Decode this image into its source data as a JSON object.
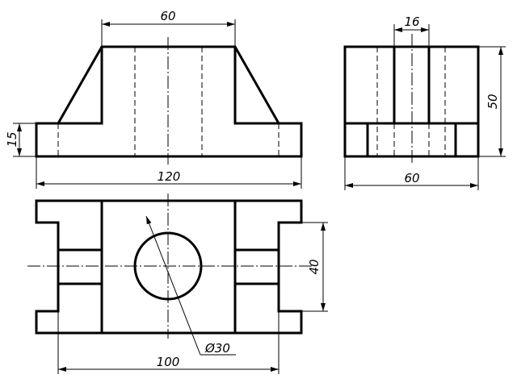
{
  "drawing": {
    "dimensions": {
      "front_top_width": "60",
      "front_base_height": "15",
      "overall_length": "120",
      "side_slot_width": "16",
      "side_height": "50",
      "side_width": "60",
      "top_slot_length": "40",
      "hole_diameter": "Ø30",
      "top_hole_spacing": "100"
    }
  }
}
